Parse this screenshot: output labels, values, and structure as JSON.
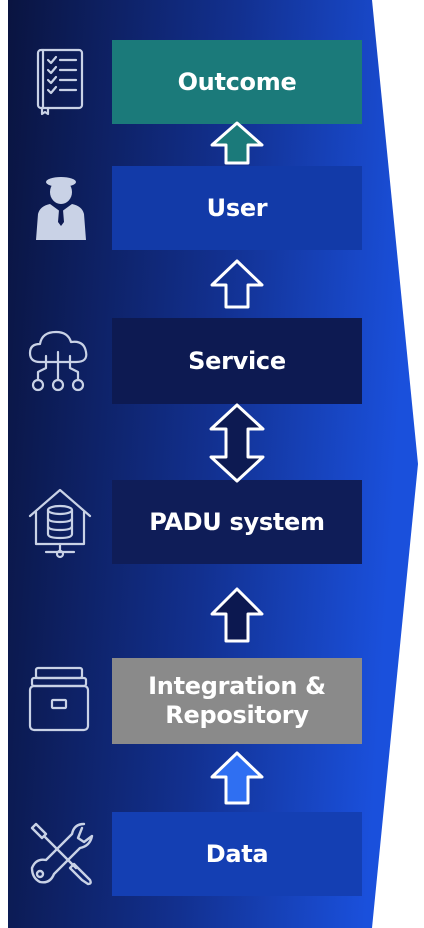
{
  "colors": {
    "panel_dark": "#0b1645",
    "panel_light": "#1a4fd8",
    "outcome": "#1b7a7a",
    "user": "#123aa8",
    "service": "#0d1a52",
    "padu": "#0f1d58",
    "integration": "#8a8a8a",
    "data": "#143fb3",
    "icon_stroke": "#c9d2e6",
    "arrow_outcome": "#1b7a7a",
    "arrow_integration": "#2f6ff2"
  },
  "layers": [
    {
      "label": "Outcome",
      "icon": "checklist-book-icon"
    },
    {
      "label": "User",
      "icon": "person-icon"
    },
    {
      "label": "Service",
      "icon": "cloud-network-icon"
    },
    {
      "label": "PADU system",
      "icon": "house-database-icon"
    },
    {
      "label": "Integration &",
      "label2": "Repository",
      "icon": "file-cabinet-icon"
    },
    {
      "label": "Data",
      "icon": "tools-icon"
    }
  ]
}
